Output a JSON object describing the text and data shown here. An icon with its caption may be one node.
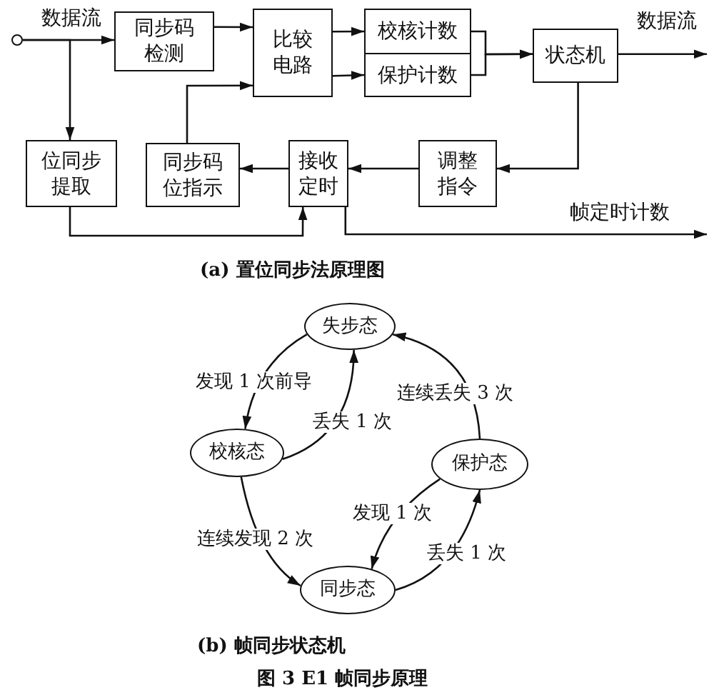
{
  "diagram": {
    "caption": "图 3 E1 帧同步原理",
    "nodes": [
      {
        "text": [],
        "shape": "circle"
      },
      {
        "text": [
          "同步码检测"
        ]
      },
      {
        "text": [
          "比较电路"
        ]
      },
      {
        "text": [
          "校核计数"
        ]
      },
      {
        "text": [
          "保护计数"
        ]
      },
      {
        "text": [
          "状态机"
        ]
      },
      {
        "text": [
          "位同步提取"
        ]
      },
      {
        "text": [
          "同步码位指示"
        ]
      },
      {
        "text": [
          "接收定时"
        ]
      },
      {
        "text": [
          "调整指令"
        ]
      },
      {
        "text": [
          "失步态"
        ]
      },
      {
        "text": [
          "校核态"
        ]
      },
      {
        "text": [
          "保护态"
        ]
      },
      {
        "text": [
          "同步态"
        ]
      }
    ],
    "edges": [
      {
        "from": 0,
        "to": 1,
        "arrow": "to",
        "label": "数据流"
      },
      {
        "from": 0,
        "to": 6,
        "arrow": "to"
      },
      {
        "from": 1,
        "to": 2,
        "arrow": "to"
      },
      {
        "from": 2,
        "to": 3,
        "arrow": "to"
      },
      {
        "from": 2,
        "to": 4,
        "arrow": "to"
      },
      {
        "from": 3,
        "to": 5,
        "arrow": "to"
      },
      {
        "from": 4,
        "to": 5,
        "arrow": "to"
      },
      {
        "from": 5,
        "to": null,
        "arrow": "to",
        "label": "数据流"
      },
      {
        "from": 5,
        "to": 9,
        "arrow": "to"
      },
      {
        "from": 9,
        "to": 8,
        "arrow": "to"
      },
      {
        "from": 8,
        "to": 7,
        "arrow": "to"
      },
      {
        "from": 7,
        "to": 2,
        "arrow": "to"
      },
      {
        "from": 6,
        "to": 8,
        "arrow": "to"
      },
      {
        "from": 8,
        "to": null,
        "arrow": "to",
        "label": "帧定时计数"
      },
      {
        "from": 10,
        "to": 11,
        "arrow": "to",
        "label": "发现 1 次前导"
      },
      {
        "from": 11,
        "to": 10,
        "arrow": "to",
        "label": "丢失 1 次"
      },
      {
        "from": 12,
        "to": 10,
        "arrow": "to",
        "label": "连续丢失 3 次"
      },
      {
        "from": 11,
        "to": 13,
        "arrow": "to",
        "label": "连续发现 2 次"
      },
      {
        "from": 12,
        "to": 13,
        "arrow": "to",
        "label": "发现 1 次"
      },
      {
        "from": 13,
        "to": 12,
        "arrow": "to",
        "label": "丢失 1 次"
      }
    ],
    "labels": [
      "(a) 置位同步法原理图",
      "(b) 帧同步状态机"
    ]
  }
}
